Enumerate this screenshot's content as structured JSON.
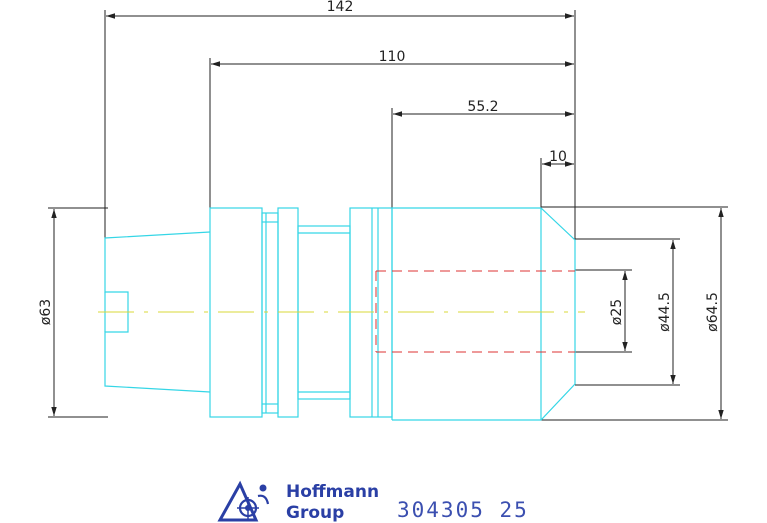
{
  "drawing": {
    "dimensions": {
      "overall_length": "142",
      "body_length": "110",
      "shank_length": "55.2",
      "chamfer_length": "10",
      "nut_diameter": "ø63",
      "bore_diameter": "ø25",
      "shank_diameter": "ø44.5",
      "outer_diameter": "ø64.5"
    },
    "colors": {
      "outline": "#35d6e6",
      "dimension": "#222222",
      "centerline": "#d8d83a",
      "hidden_line": "#dd3333",
      "brand": "#2a3fa5"
    }
  },
  "branding": {
    "company_line1": "Hoffmann",
    "company_line2": "Group",
    "part_number": "304305 25",
    "logo_icon": "hoffmann-logo-icon"
  }
}
